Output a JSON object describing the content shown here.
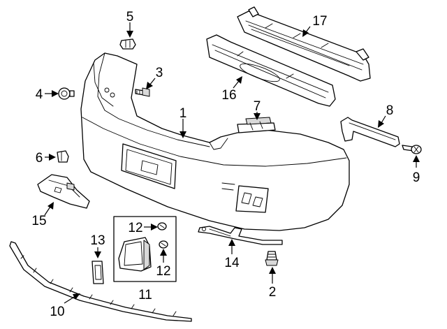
{
  "callouts": {
    "c1": "1",
    "c2": "2",
    "c3": "3",
    "c4": "4",
    "c5": "5",
    "c6": "6",
    "c7": "7",
    "c8": "8",
    "c9": "9",
    "c10": "10",
    "c11": "11",
    "c12a": "12",
    "c12b": "12",
    "c13": "13",
    "c14": "14",
    "c15": "15",
    "c16": "16",
    "c17": "17"
  },
  "colors": {
    "line": "#000000",
    "background": "#ffffff",
    "shade": "#d9d9d9"
  }
}
